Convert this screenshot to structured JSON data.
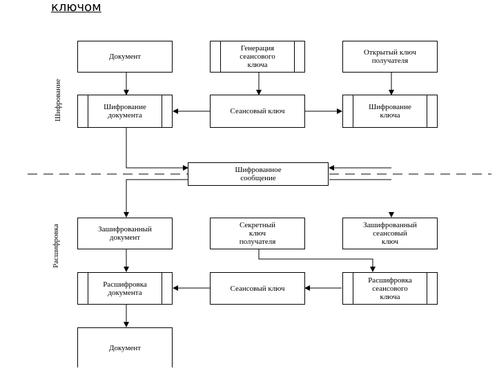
{
  "title": "ключом",
  "sections": {
    "encryption": "Шифрование",
    "decryption": "Расшифровка"
  },
  "boxes": {
    "document_top": "Документ",
    "session_key_gen": "Генерация\nсеансового\nключа",
    "public_key": "Открытый ключ\nполучателя",
    "doc_encryption": "Шифрование\nдокумента",
    "session_key_top": "Сеансовый ключ",
    "key_encryption": "Шифрование\nключа",
    "encrypted_message": "Шифрованное\nсообщение",
    "encrypted_document": "Зашифрованный\nдокумент",
    "secret_key": "Секретный\nключ\nполучателя",
    "encrypted_session_key": "Зашифрованный\nсеансовый\nключ",
    "doc_decryption": "Расшифровка\nдокумента",
    "session_key_bottom": "Сеансовый ключ",
    "key_decryption": "Расшифровка\nсеансового\nключа",
    "document_bottom": "Документ"
  }
}
